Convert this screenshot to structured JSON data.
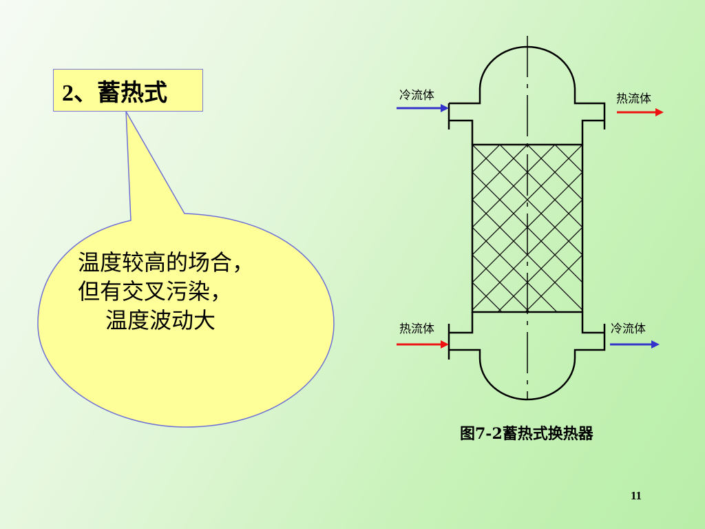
{
  "slide": {
    "title": "2、蓄热式",
    "bubble_lines": [
      "温度较高的场合，",
      "但有交叉污染，",
      "温度波动大"
    ],
    "page_number": "11"
  },
  "diagram": {
    "labels": {
      "top_left": "冷流体",
      "top_right": "热流体",
      "bottom_left": "热流体",
      "bottom_right": "冷流体"
    },
    "caption": "图7-2蓄热式换热器"
  },
  "colors": {
    "title_fill": "#ffff99",
    "bubble_fill": "#ffff99",
    "bubble_border": "#6d6fd6",
    "cold_arrow": "#3333cc",
    "hot_arrow": "#ee1111"
  }
}
